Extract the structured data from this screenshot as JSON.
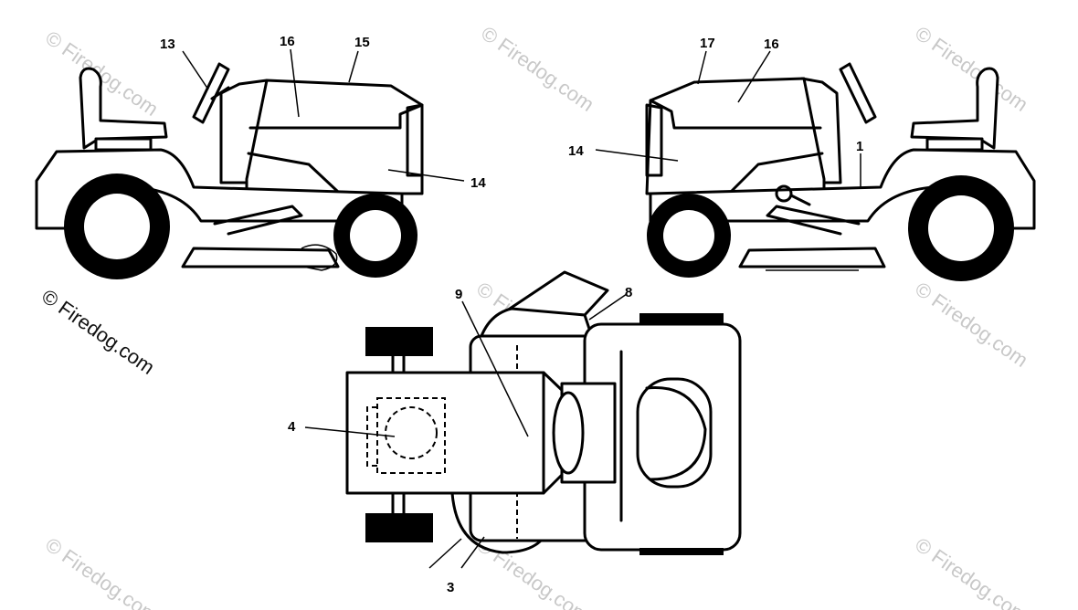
{
  "watermark": {
    "text": "© Firedog.com",
    "color_light": "#c8c8c8",
    "color_dark": "#111111"
  },
  "callouts": {
    "c13": "13",
    "c16_left": "16",
    "c15": "15",
    "c14_left": "14",
    "c17": "17",
    "c16_right": "16",
    "c14_right": "14",
    "c1": "1",
    "c9": "9",
    "c8": "8",
    "c4": "4",
    "c3": "3"
  }
}
